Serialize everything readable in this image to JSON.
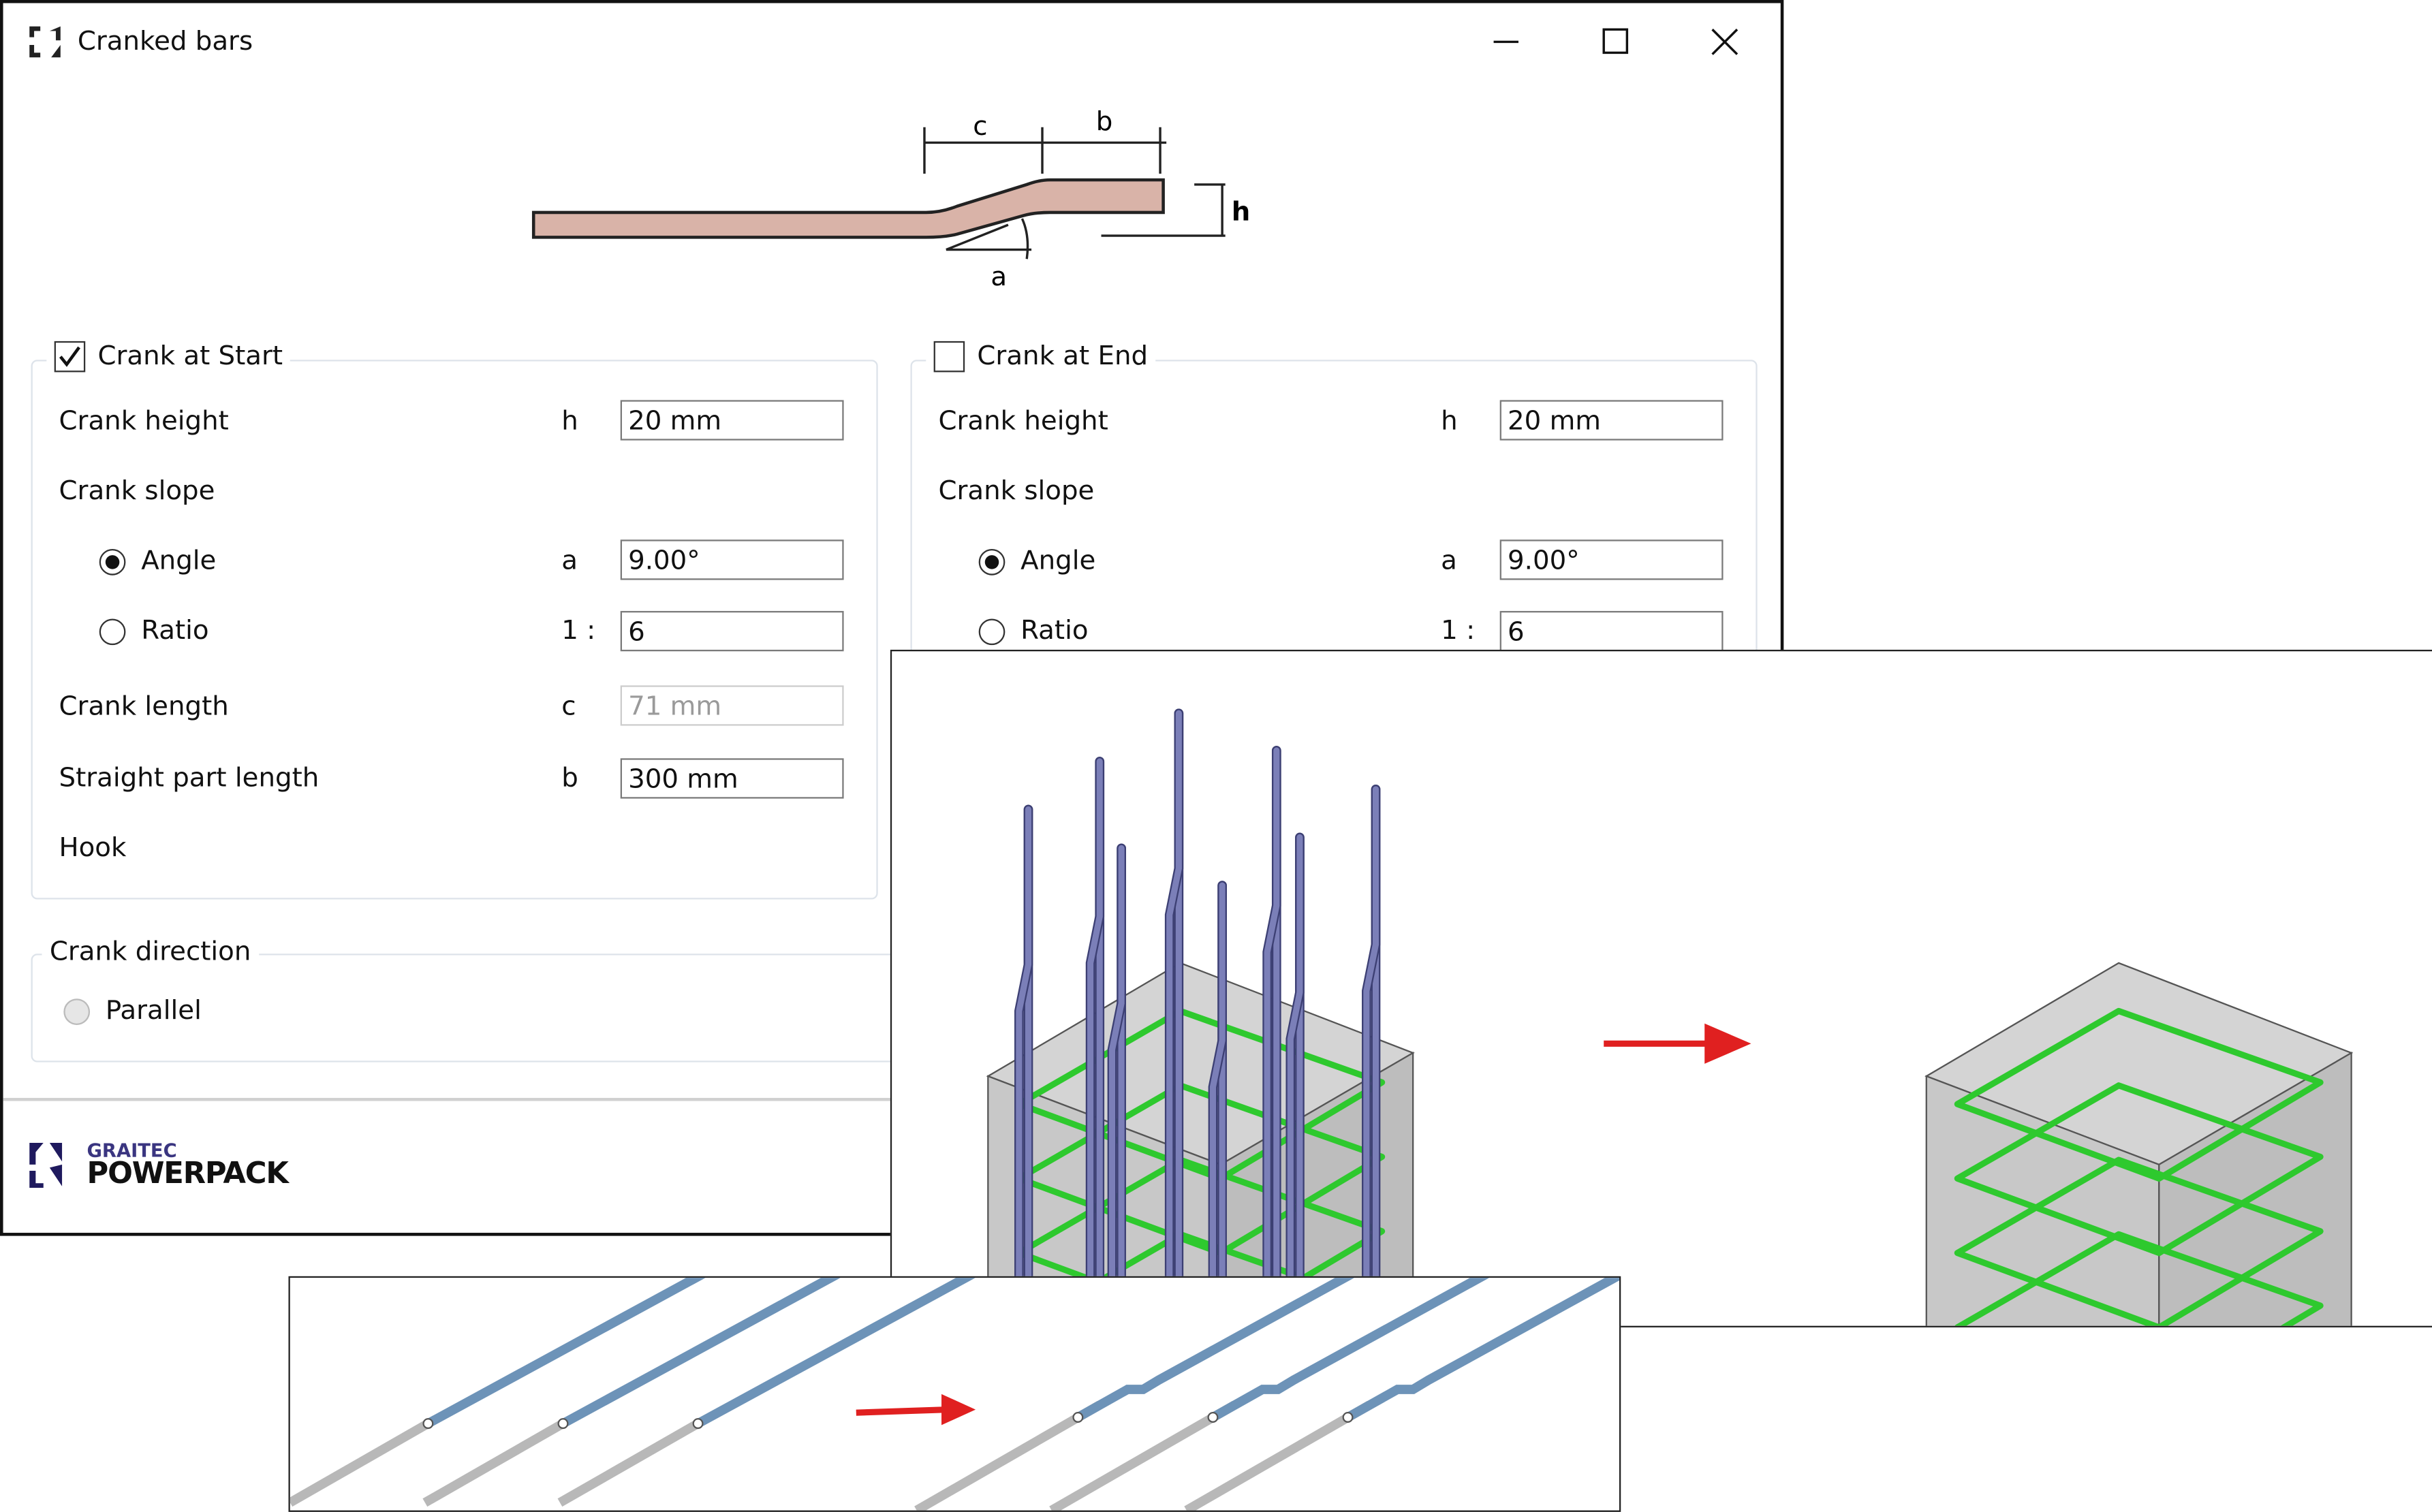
{
  "window": {
    "title": "Cranked bars"
  },
  "diagram": {
    "labels": {
      "c": "c",
      "b": "b",
      "h": "h",
      "a": "a"
    }
  },
  "start": {
    "title": "Crank at Start",
    "checked": true,
    "crank_height": {
      "label": "Crank height",
      "symbol": "h",
      "value": "20 mm"
    },
    "crank_slope": {
      "label": "Crank slope"
    },
    "angle": {
      "label": "Angle",
      "symbol": "a",
      "value": "9.00°",
      "selected": true
    },
    "ratio": {
      "label": "Ratio",
      "symbol": "1 :",
      "value": "6",
      "selected": false
    },
    "crank_length": {
      "label": "Crank length",
      "symbol": "c",
      "value": "71 mm",
      "disabled": true
    },
    "straight_length": {
      "label": "Straight part length",
      "symbol": "b",
      "value": "300 mm"
    },
    "hook": {
      "label": "Hook"
    }
  },
  "end": {
    "title": "Crank at End",
    "checked": false,
    "crank_height": {
      "label": "Crank height",
      "symbol": "h",
      "value": "20 mm"
    },
    "crank_slope": {
      "label": "Crank slope"
    },
    "angle": {
      "label": "Angle",
      "symbol": "a",
      "value": "9.00°",
      "selected": true
    },
    "ratio": {
      "label": "Ratio",
      "symbol": "1 :",
      "value": "6",
      "selected": false
    }
  },
  "direction": {
    "title": "Crank direction",
    "parallel": {
      "label": "Parallel",
      "selected": false,
      "disabled": true
    }
  },
  "logo": {
    "brand": "GRAITEC",
    "product": "POWERPACK"
  },
  "colors": {
    "bar": "#7b7fb8",
    "stirrup": "#2ec92e",
    "concrete": "#c8c8c8",
    "arrow": "#e02020",
    "rebar_blue": "#6d93b8",
    "rebar_gray": "#b8b8b8",
    "crank_fill": "#d9b3a8"
  }
}
